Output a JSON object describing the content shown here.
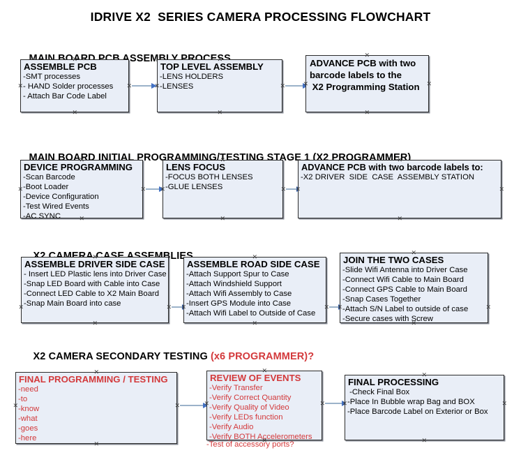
{
  "document": {
    "title": "IDRIVE X2  SERIES CAMERA PROCESSING FLOWCHART"
  },
  "sections": [
    {
      "id": "main-board-pcb-assembly",
      "heading": "MAIN BOARD PCB ASSEMBLY PROCESS",
      "heading_accent": "",
      "nodes": [
        {
          "id": "assemble-pcb",
          "title": "ASSEMBLE PCB",
          "lines": [
            "-SMT processes",
            "- HAND Solder processes",
            "- Attach Bar Code Label"
          ]
        },
        {
          "id": "top-level-assembly",
          "title": "TOP LEVEL ASSEMBLY",
          "lines": [
            "-LENS HOLDERS",
            "-LENSES"
          ]
        },
        {
          "id": "advance-pcb-to-x2-programming-station",
          "title": "ADVANCE PCB with two\nbarcode labels to the\n X2 Programming Station",
          "lines": []
        }
      ]
    },
    {
      "id": "main-board-initial-programming",
      "heading": "MAIN BOARD INITIAL PROGRAMMING/TESTING STAGE 1 (X2 PROGRAMMER)",
      "heading_accent": "",
      "nodes": [
        {
          "id": "device-programming",
          "title": "DEVICE PROGRAMMING",
          "lines": [
            "-Scan Barcode",
            "-Boot Loader",
            "-Device Configuration",
            "-Test Wired Events",
            "-AC SYNC"
          ]
        },
        {
          "id": "lens-focus",
          "title": "LENS FOCUS",
          "lines": [
            "-FOCUS BOTH LENSES",
            "-GLUE LENSES"
          ]
        },
        {
          "id": "advance-pcb-to-driver-side-case-station",
          "title": "ADVANCE PCB with two barcode labels to:",
          "lines": [
            "-X2 DRIVER  SIDE  CASE  ASSEMBLY STATION"
          ]
        }
      ]
    },
    {
      "id": "x2-camera-case-assemblies",
      "heading": "X2 CAMERA CASE ASSEMBLIES",
      "heading_accent": "",
      "nodes": [
        {
          "id": "assemble-driver-side-case",
          "title": "ASSEMBLE DRIVER SIDE CASE",
          "lines": [
            "- Insert LED Plastic lens into Driver Case",
            "-Snap LED Board with Cable into Case",
            "-Connect LED Cable to X2 Main Board",
            "-Snap Main Board into case"
          ]
        },
        {
          "id": "assemble-road-side-case",
          "title": "ASSEMBLE ROAD SIDE CASE",
          "lines": [
            "-Attach Support Spur to Case",
            "-Attach Windshield Support",
            "-Attach Wifi Assembly to Case",
            "-Insert GPS Module into Case",
            "-Attach Wifi Label to Outside of Case"
          ]
        },
        {
          "id": "join-the-two-cases",
          "title": "JOIN THE TWO CASES",
          "lines": [
            "-Slide Wifi Antenna into Driver Case",
            "-Connect Wifi Cable to Main Board",
            "-Connect GPS Cable to Main Board",
            "-Snap Cases Together",
            "-Attach S/N Label to outside of case",
            "-Secure cases with Screw"
          ]
        }
      ]
    },
    {
      "id": "x2-camera-secondary-testing",
      "heading": "X2 CAMERA SECONDARY TESTING ",
      "heading_accent": "(x6 PROGRAMMER)?",
      "nodes": [
        {
          "id": "final-programming-testing",
          "title": "FINAL PROGRAMMING / TESTING",
          "lines": [
            "-need",
            "-to",
            "-know",
            "-what",
            "-goes",
            "-here"
          ]
        },
        {
          "id": "review-of-events",
          "title": "REVIEW OF EVENTS",
          "lines": [
            "-Verify Transfer",
            "-Verify Correct Quantity",
            "-Verify Quality of Video",
            "-Verify LEDs function",
            "-Verify Audio",
            "-Verify BOTH Accelerometers"
          ],
          "overflow_line": "-Test of accessory ports?"
        },
        {
          "id": "final-processing",
          "title": "FINAL PROCESSING",
          "lines": [
            " -Check Final Box",
            "-Place In Bubble wrap Bag and BOX",
            "-Place Barcode Label on Exterior or Box"
          ]
        }
      ]
    }
  ],
  "colors": {
    "node_fill": "#e9eef7",
    "node_border": "#2b2b2b",
    "accent_red": "#d3393b",
    "connector_line": "#9bb2c9",
    "connector_head": "#4472c4"
  }
}
